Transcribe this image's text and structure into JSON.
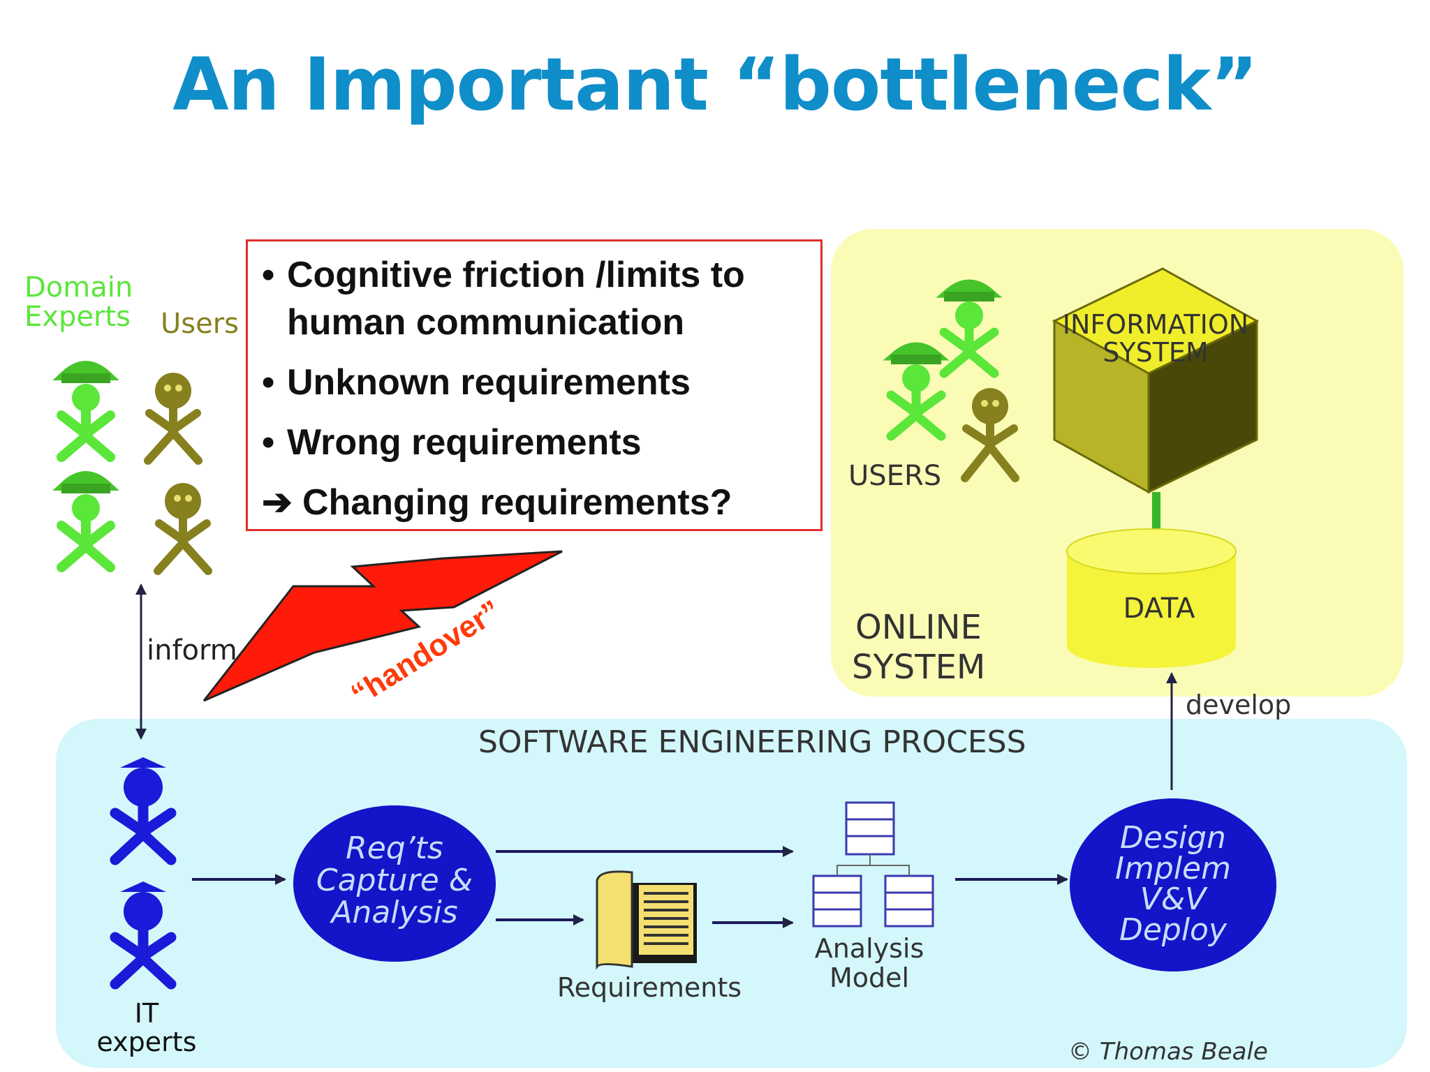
{
  "title": "An Important “bottleneck”",
  "callout": {
    "items": [
      {
        "bullet": "•",
        "text": "Cognitive friction /limits to human communication"
      },
      {
        "bullet": "•",
        "text": "Unknown requirements"
      },
      {
        "bullet": "•",
        "text": "Wrong requirements"
      },
      {
        "bullet": "➔",
        "text": "Changing requirements?"
      }
    ]
  },
  "labels": {
    "domain_experts_1": "Domain",
    "domain_experts_2": "Experts",
    "users": "Users",
    "inform": "inform",
    "handover": "“handover”",
    "it_experts_1": "IT",
    "it_experts_2": "experts",
    "online_users": "USERS",
    "info_system_1": "INFORMATION",
    "info_system_2": "SYSTEM",
    "data": "DATA",
    "online_system_1": "ONLINE",
    "online_system_2": "SYSTEM",
    "develop": "develop",
    "process": "SOFTWARE ENGINEERING PROCESS",
    "req_1": "Req’ts",
    "req_2": "Capture &",
    "req_3": "Analysis",
    "requirements": "Requirements",
    "analysis_1": "Analysis",
    "analysis_2": "Model",
    "design_1": "Design",
    "design_2": "Implem",
    "design_3": "V&V",
    "design_4": "Deploy",
    "copyright": "© Thomas Beale"
  },
  "colors": {
    "title": "#0f8ec9",
    "process_bg": "#d3f7fb",
    "online_bg": "#fafcb6",
    "domain_green": "#5be63a",
    "user_olive": "#86801e",
    "it_blue": "#1a1ad8",
    "ellipse_blue": "#1414c8",
    "bolt_red": "#ff1a0a",
    "callout_border": "#e22d2d",
    "cube_yellow": "#f0ee2a",
    "cube_dark": "#6b6a0a",
    "cylinder_yellow": "#f4f43a"
  }
}
